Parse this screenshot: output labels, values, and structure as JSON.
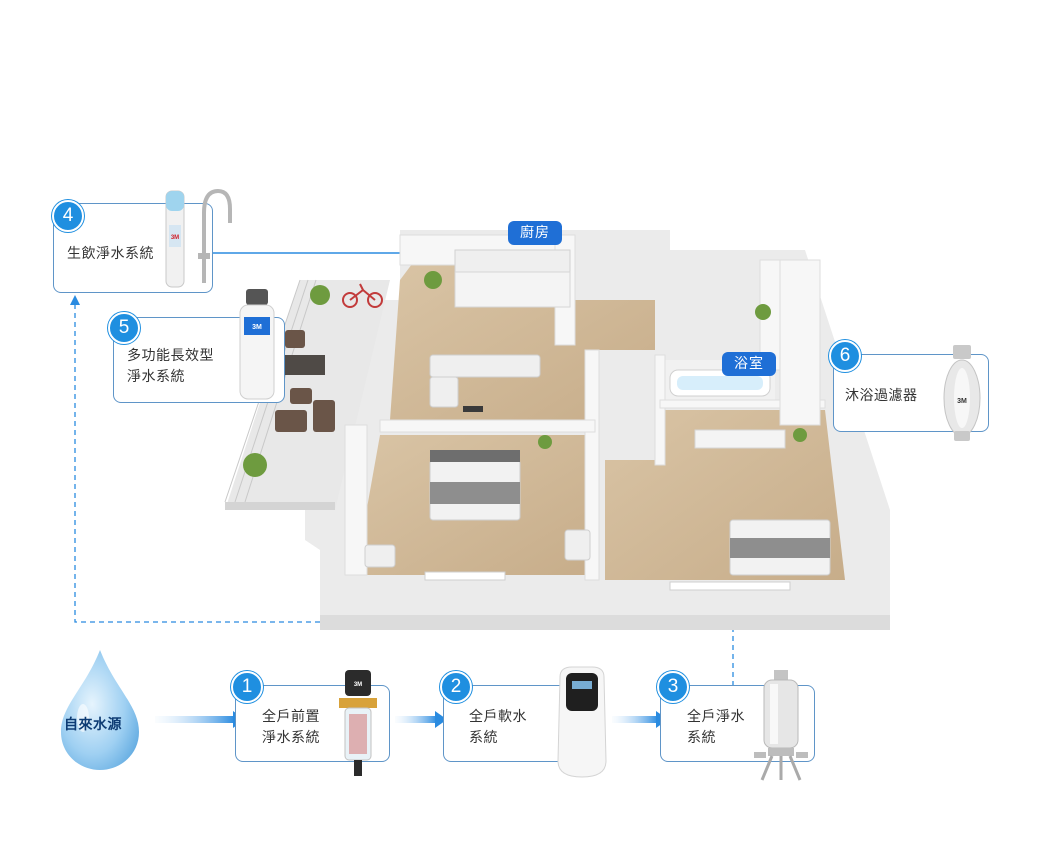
{
  "colors": {
    "accent": "#1f8fe0",
    "room_label_bg": "#1f6fd6",
    "card_border": "#5f95c8",
    "line": "#2a8be0"
  },
  "rooms": {
    "kitchen": "廚房",
    "bathroom": "浴室"
  },
  "source": {
    "label": "自來水源",
    "icon": "water-drop-icon"
  },
  "products": [
    {
      "number": "1",
      "label": "全戶前置\n淨水系統",
      "icon": "pre-filter-icon"
    },
    {
      "number": "2",
      "label": "全戶軟水\n系統",
      "icon": "water-softener-icon"
    },
    {
      "number": "3",
      "label": "全戶淨水\n系統",
      "icon": "whole-house-filter-icon"
    },
    {
      "number": "4",
      "label": "生飲淨水系統",
      "icon": "drinking-filter-faucet-icon"
    },
    {
      "number": "5",
      "label": "多功能長效型\n淨水系統",
      "icon": "multi-filter-icon"
    },
    {
      "number": "6",
      "label": "沐浴過濾器",
      "icon": "shower-filter-icon"
    }
  ],
  "brand_marks": [
    "3M",
    "3M",
    "3M",
    "3M"
  ]
}
